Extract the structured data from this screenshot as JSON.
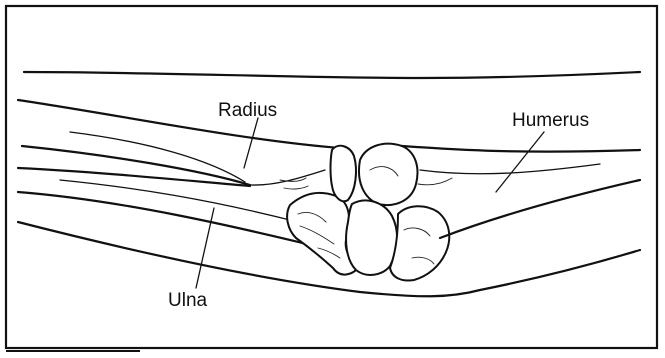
{
  "diagram": {
    "labels": {
      "radius": "Radius",
      "humerus": "Humerus",
      "ulna": "Ulna"
    },
    "colors": {
      "line": "#111111",
      "background": "#ffffff"
    }
  }
}
